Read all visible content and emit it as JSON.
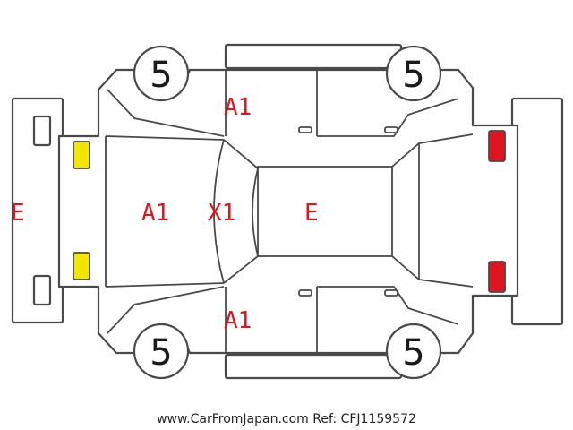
{
  "tires": {
    "front_left": "5",
    "front_right": "5",
    "rear_left": "5",
    "rear_right": "5"
  },
  "marks": {
    "front_bumper": "E",
    "hood": "A1",
    "windshield": "X1",
    "roof": "E",
    "upper_front_fender": "A1",
    "lower_front_fender": "A1"
  },
  "lamp_colors": {
    "front": "#f2e600",
    "rear": "#e0141e"
  },
  "footer": {
    "source": "www.CarFromJapan.com Ref: CFJ1159572"
  }
}
